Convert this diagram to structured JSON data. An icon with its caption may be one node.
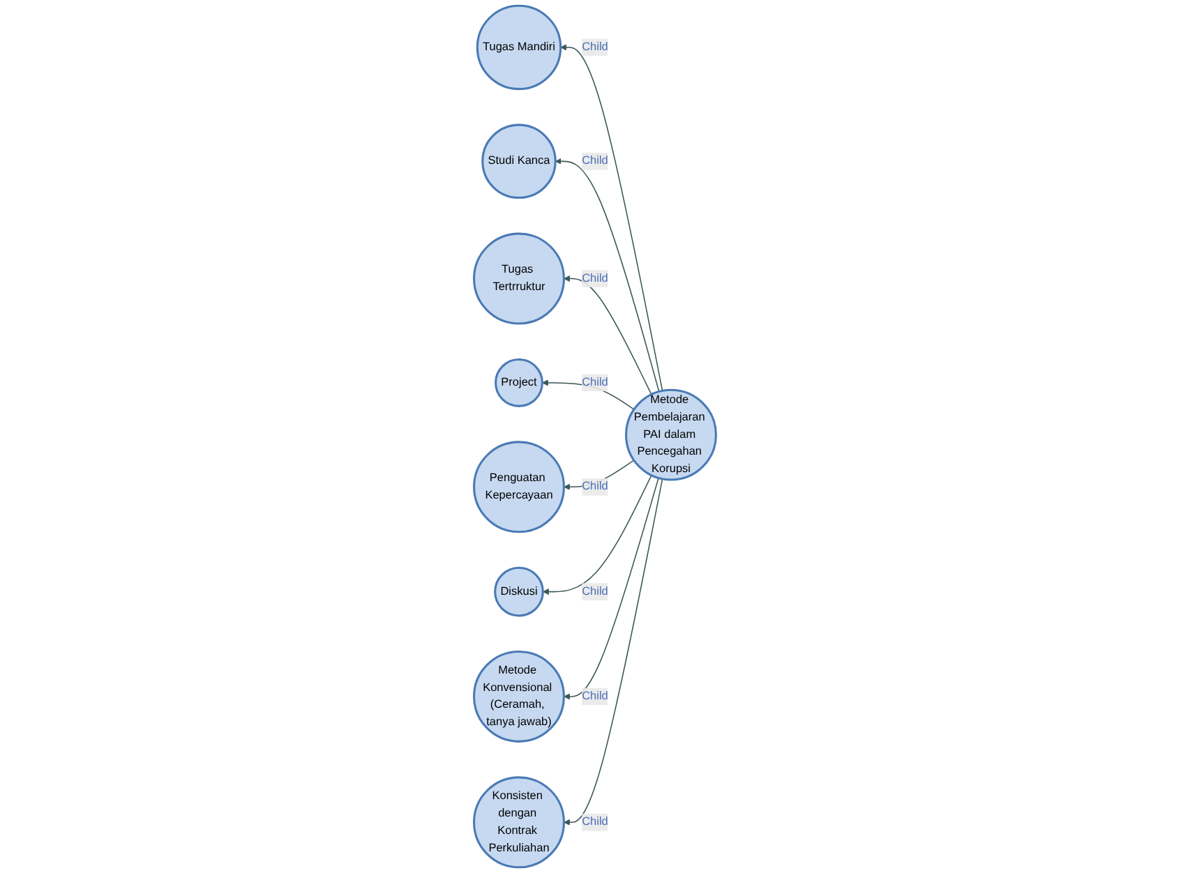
{
  "diagram": {
    "nodes": [
      {
        "text": [
          "Tugas Mandiri"
        ]
      },
      {
        "text": [
          "Studi Kanca"
        ]
      },
      {
        "text": [
          "Tugas Tertrruktur"
        ]
      },
      {
        "text": [
          "Project"
        ]
      },
      {
        "text": [
          "Metode Pembelajaran PAI dalam Pencegahan Korupsi"
        ]
      },
      {
        "text": [
          "Penguatan Kepercayaan"
        ]
      },
      {
        "text": [
          "Diskusi"
        ]
      },
      {
        "text": [
          "Metode Konvensional (Ceramah, tanya jawab)"
        ]
      },
      {
        "text": [
          "Konsisten dengan Kontrak Perkuliahan"
        ]
      }
    ],
    "edges": [
      {
        "from": 4,
        "to": 0,
        "arrow": "to",
        "label": "Child"
      },
      {
        "from": 4,
        "to": 1,
        "arrow": "to",
        "label": "Child"
      },
      {
        "from": 4,
        "to": 2,
        "arrow": "to",
        "label": "Child"
      },
      {
        "from": 4,
        "to": 3,
        "arrow": "to",
        "label": "Child"
      },
      {
        "from": 4,
        "to": 5,
        "arrow": "to",
        "label": "Child"
      },
      {
        "from": 4,
        "to": 6,
        "arrow": "to",
        "label": "Child"
      },
      {
        "from": 4,
        "to": 7,
        "arrow": "to",
        "label": "Child"
      },
      {
        "from": 4,
        "to": 8,
        "arrow": "to",
        "label": "Child"
      }
    ]
  }
}
